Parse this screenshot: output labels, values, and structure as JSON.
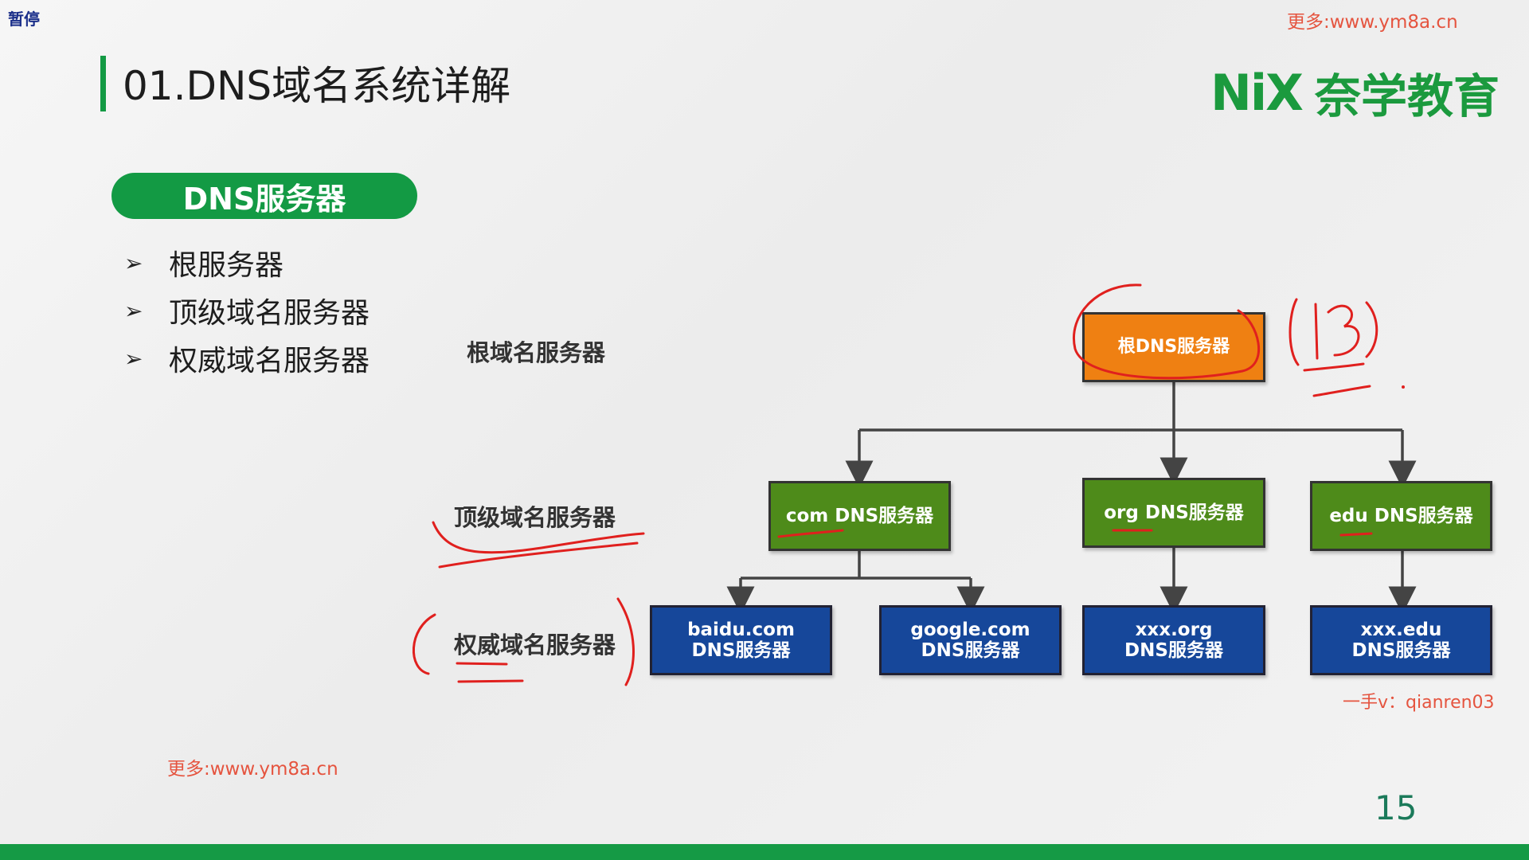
{
  "player": {
    "pause_label": "暂停"
  },
  "watermarks": {
    "top_right": "更多:www.ym8a.cn",
    "bottom_left": "更多:www.ym8a.cn",
    "contact": "一手v：qianren03"
  },
  "slide": {
    "title": "01.DNS域名系统详解",
    "logo": {
      "mark": "NiX",
      "name": "奈学教育"
    },
    "section_pill": "DNS服务器",
    "bullets": [
      "根服务器",
      "顶级域名服务器",
      "权威域名服务器"
    ],
    "page_number": "15"
  },
  "diagram": {
    "level_labels": {
      "root": "根域名服务器",
      "tld": "顶级域名服务器",
      "authoritative": "权威域名服务器"
    },
    "root_node": "根DNS服务器",
    "tld_nodes": [
      "com DNS服务器",
      "org DNS服务器",
      "edu DNS服务器"
    ],
    "auth_nodes": [
      {
        "line1": "baidu.com",
        "line2": "DNS服务器"
      },
      {
        "line1": "google.com",
        "line2": "DNS服务器"
      },
      {
        "line1": "xxx.org",
        "line2": "DNS服务器"
      },
      {
        "line1": "xxx.edu",
        "line2": "DNS服务器"
      }
    ],
    "annotation_count": "(13)"
  },
  "colors": {
    "brand_green": "#139a44",
    "root_orange": "#ef8012",
    "tld_green": "#4e8b1a",
    "auth_blue": "#16479a",
    "ink_red": "#e0201e"
  }
}
